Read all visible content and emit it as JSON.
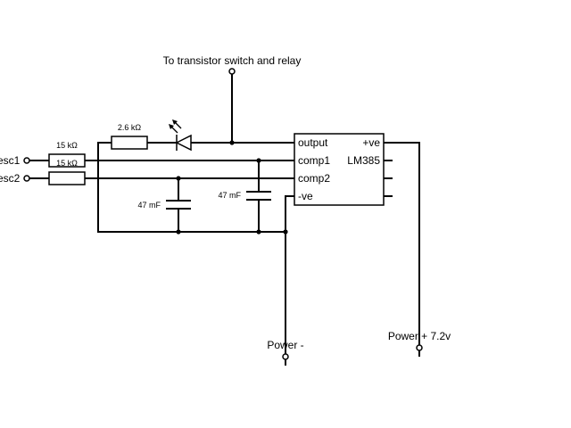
{
  "labels": {
    "top": "To transistor switch and relay",
    "esc1": "esc1",
    "esc2": "esc2",
    "power_neg": "Power -",
    "power_pos": "Power + 7.2v"
  },
  "components": {
    "r_led": "2.6 kΩ",
    "r_esc1": "15 kΩ",
    "r_esc2": "15 kΩ",
    "c1": "47 mF",
    "c2": "47 mF"
  },
  "ic": {
    "name": "LM385",
    "pins": {
      "output": "output",
      "comp1": "comp1",
      "comp2": "comp2",
      "neg": "-ve",
      "pos": "+ve"
    }
  }
}
